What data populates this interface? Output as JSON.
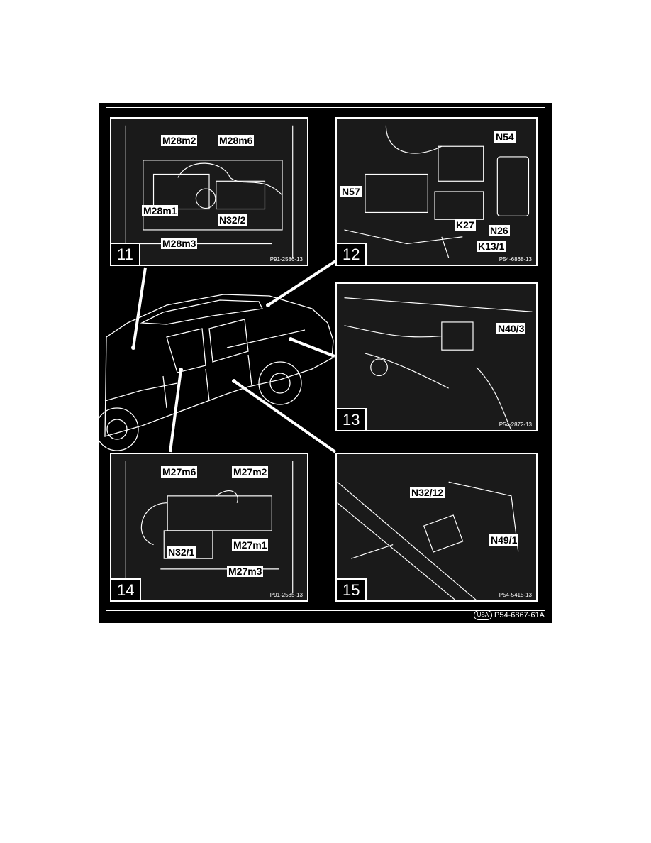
{
  "panels": [
    {
      "number": "11",
      "ref": "P91-2586-13",
      "labels": [
        "M28m2",
        "M28m6",
        "M28m1",
        "N32/2",
        "M28m3"
      ]
    },
    {
      "number": "12",
      "ref": "P54-6868-13",
      "labels": [
        "N54",
        "N57",
        "K27",
        "N26",
        "K13/1"
      ]
    },
    {
      "number": "13",
      "ref": "P54-2872-13",
      "labels": [
        "N40/3"
      ]
    },
    {
      "number": "14",
      "ref": "P91-2585-13",
      "labels": [
        "M27m6",
        "M27m2",
        "N32/1",
        "M27m1",
        "M27m3"
      ]
    },
    {
      "number": "15",
      "ref": "P54-5415-13",
      "labels": [
        "N32/12",
        "N49/1"
      ]
    }
  ],
  "figure": {
    "badge": "USA",
    "code": "P54-6867-61A"
  }
}
